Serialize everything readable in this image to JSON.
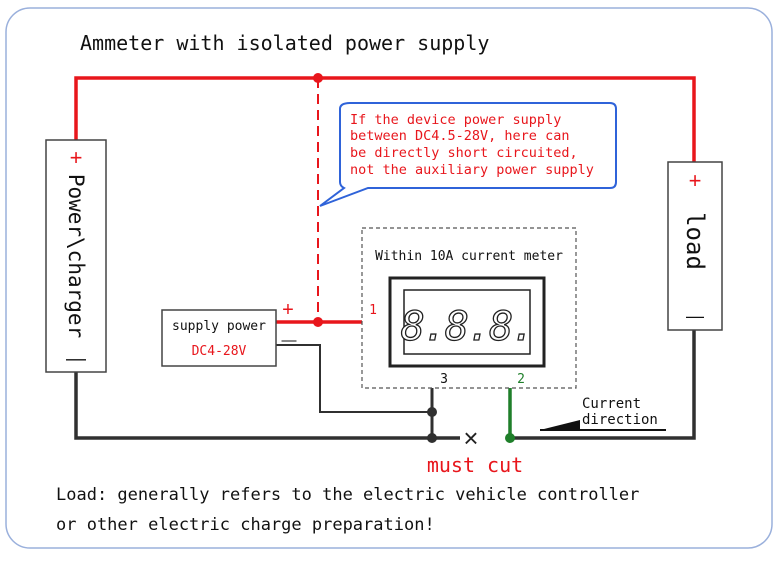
{
  "title": "Ammeter with isolated power supply",
  "callout": {
    "lines": [
      "If the device power supply",
      "between DC4.5-28V, here can",
      "be directly short circuited,",
      "not the auxiliary power supply"
    ]
  },
  "power_charger": {
    "plus": "+",
    "label": "Power\\charger",
    "minus": "—"
  },
  "load": {
    "plus": "+",
    "label": "load",
    "minus": "—"
  },
  "supply": {
    "label": "supply power",
    "voltage": "DC4-28V",
    "plus": "+",
    "minus": "—"
  },
  "meter": {
    "label": "Within 10A current meter",
    "display": "8.8.8.",
    "pin1": "1",
    "pin2": "2",
    "pin3": "3"
  },
  "current_direction": [
    "Current",
    "direction"
  ],
  "cut_symbol": "×",
  "must_cut": "must cut",
  "footer": [
    "Load: generally refers to the electric vehicle controller",
    "or other electric charge preparation!"
  ],
  "colors": {
    "red_wire": "#e8161c",
    "black_wire": "#303030",
    "green_wire": "#1f7f2a",
    "callout_border": "#2f63d9",
    "frame_border": "#9ab0dc"
  }
}
